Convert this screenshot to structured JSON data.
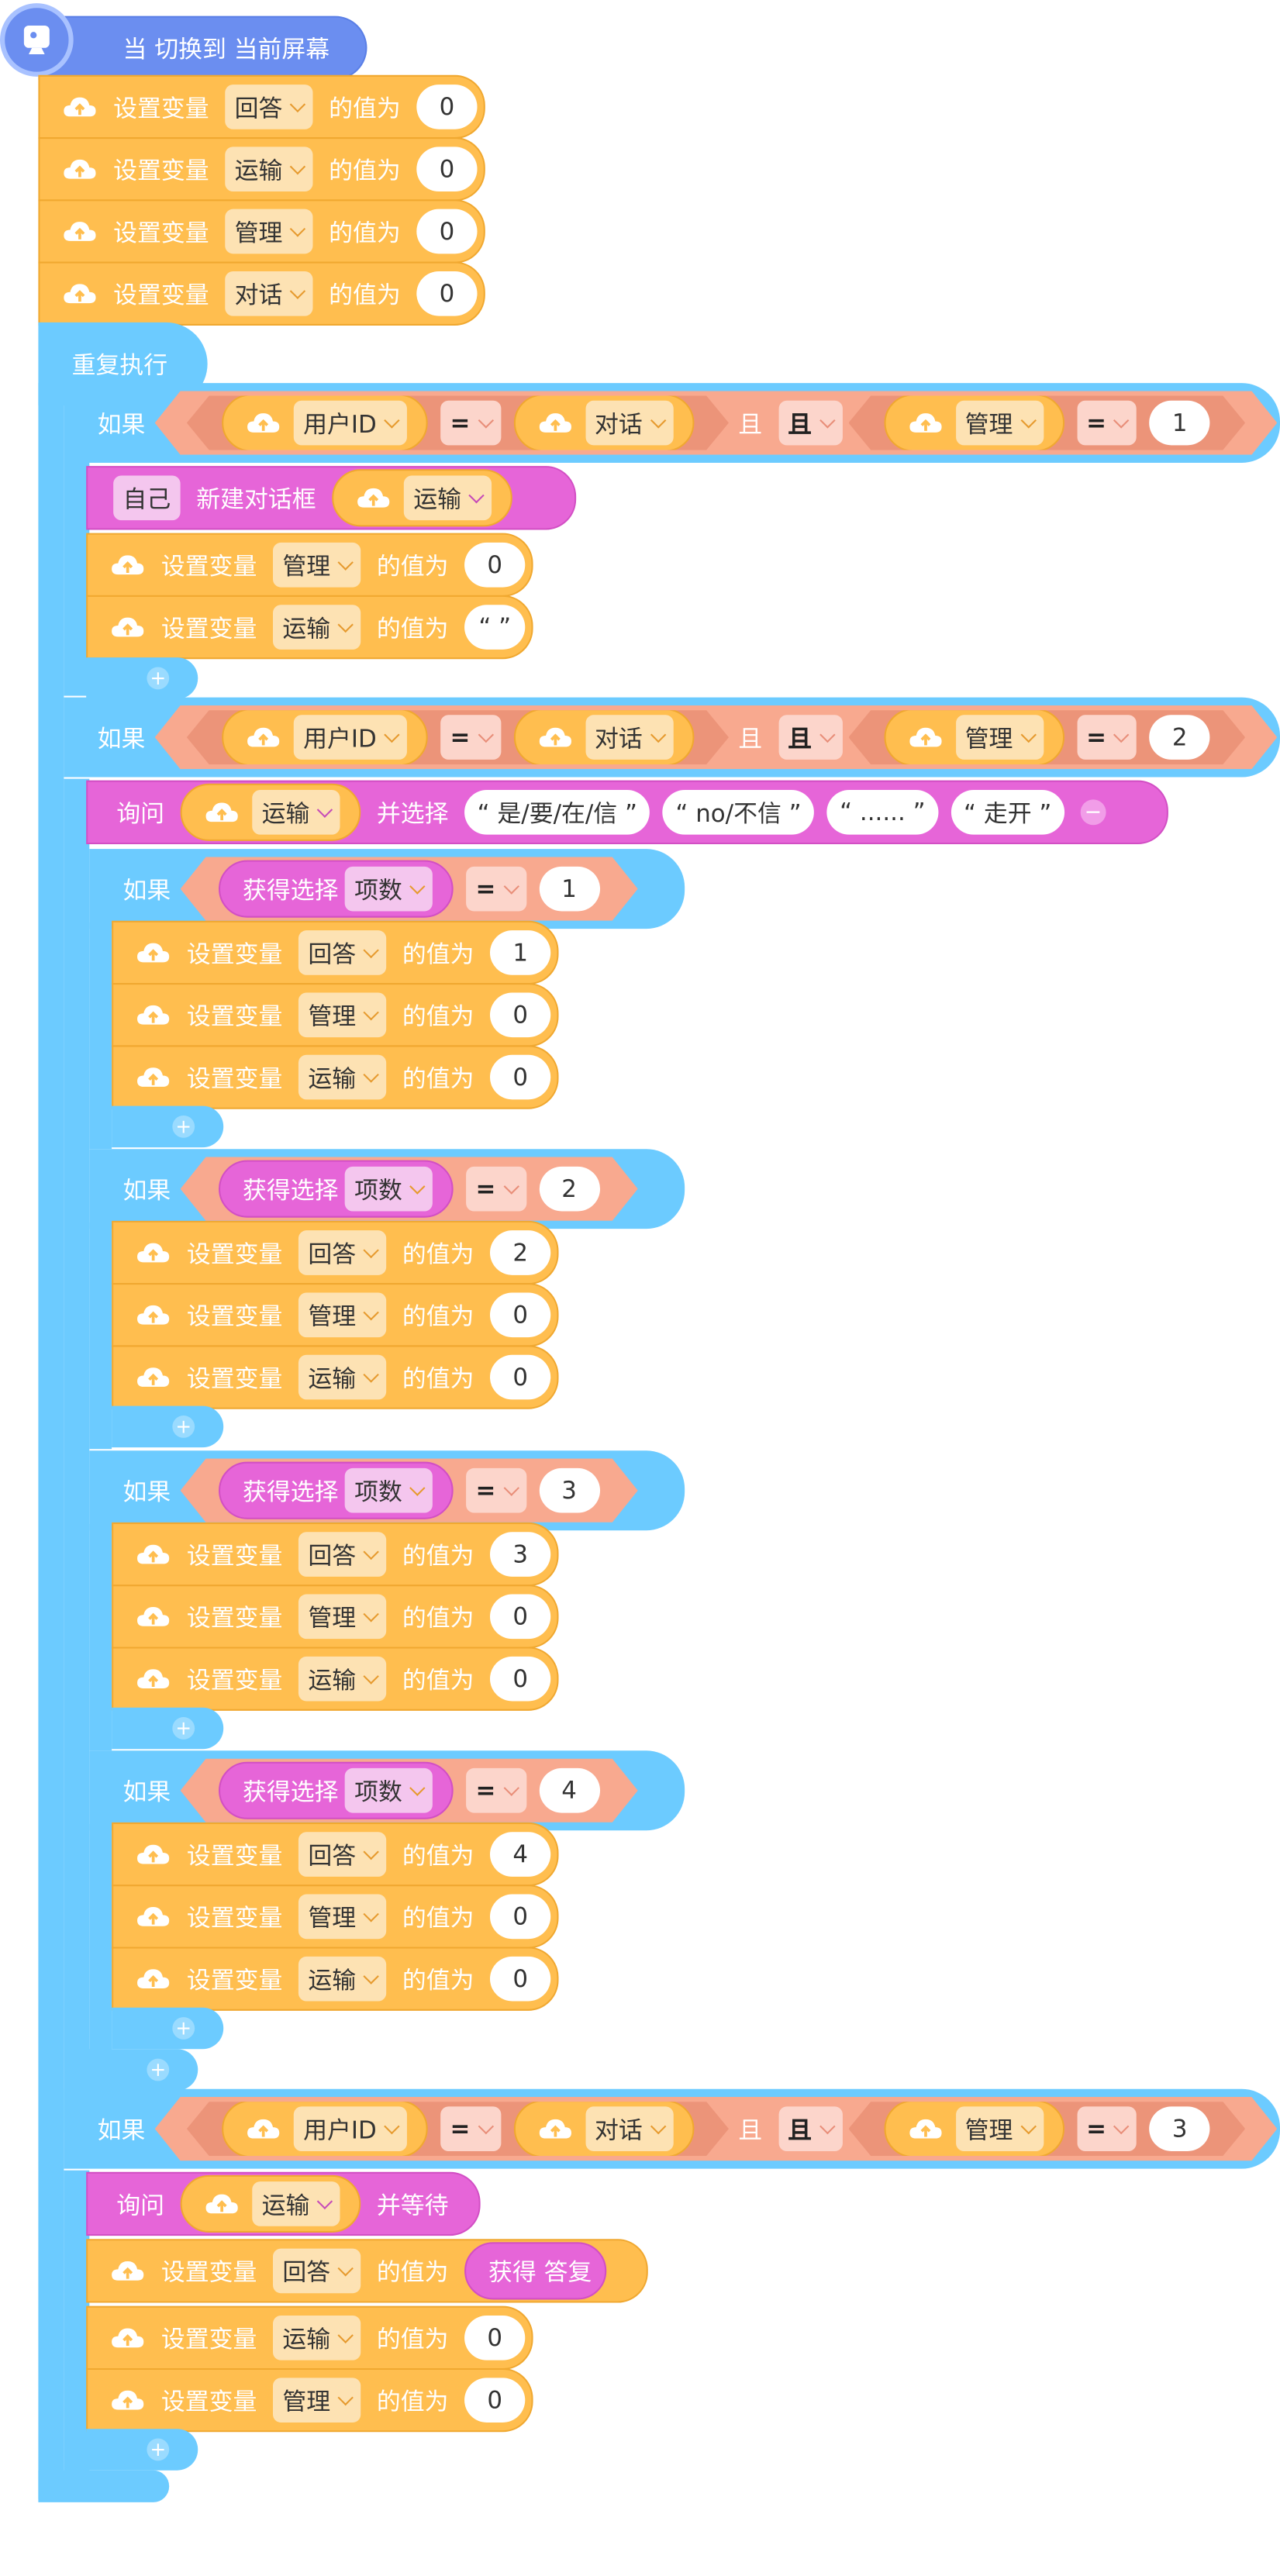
{
  "hat": {
    "label": "当 切换到 当前屏幕",
    "icon": "screen-icon"
  },
  "words": {
    "set_var": "设置变量",
    "value_of": "的值为",
    "repeat": "重复执行",
    "if": "如果",
    "and": "且",
    "eq": "=",
    "self": "自己",
    "new_dialog": "新建对话框",
    "ask": "询问",
    "choose": "并选择",
    "wait": "并等待",
    "get_choice": "获得选择",
    "count": "项数",
    "get_answer": "获得 答复",
    "plus": "+",
    "minus": "−"
  },
  "vars": {
    "answer": "回答",
    "transport": "运输",
    "manage": "管理",
    "dialog": "对话",
    "user_id": "用户ID"
  },
  "init": [
    "0",
    "0",
    "0",
    "0"
  ],
  "if1": {
    "manage_val": "1",
    "set_manage": "0",
    "set_transport": "“ ”"
  },
  "if2": {
    "manage_val": "2",
    "options": [
      "“ 是/要/在/信 ”",
      "“ no/不信 ”",
      "“ ...... ”",
      "“ 走开 ”"
    ],
    "branches": [
      {
        "cmp": "1",
        "answer": "1",
        "manage": "0",
        "transport": "0"
      },
      {
        "cmp": "2",
        "answer": "2",
        "manage": "0",
        "transport": "0"
      },
      {
        "cmp": "3",
        "answer": "3",
        "manage": "0",
        "transport": "0"
      },
      {
        "cmp": "4",
        "answer": "4",
        "manage": "0",
        "transport": "0"
      }
    ]
  },
  "if3": {
    "manage_val": "3",
    "set_transport": "0",
    "set_manage": "0"
  },
  "colors": {
    "event": "#6b8ef0",
    "control": "#6ccbff",
    "variable": "#ffbe4f",
    "appearance": "#e665d8",
    "operator": "#f8a98f"
  }
}
